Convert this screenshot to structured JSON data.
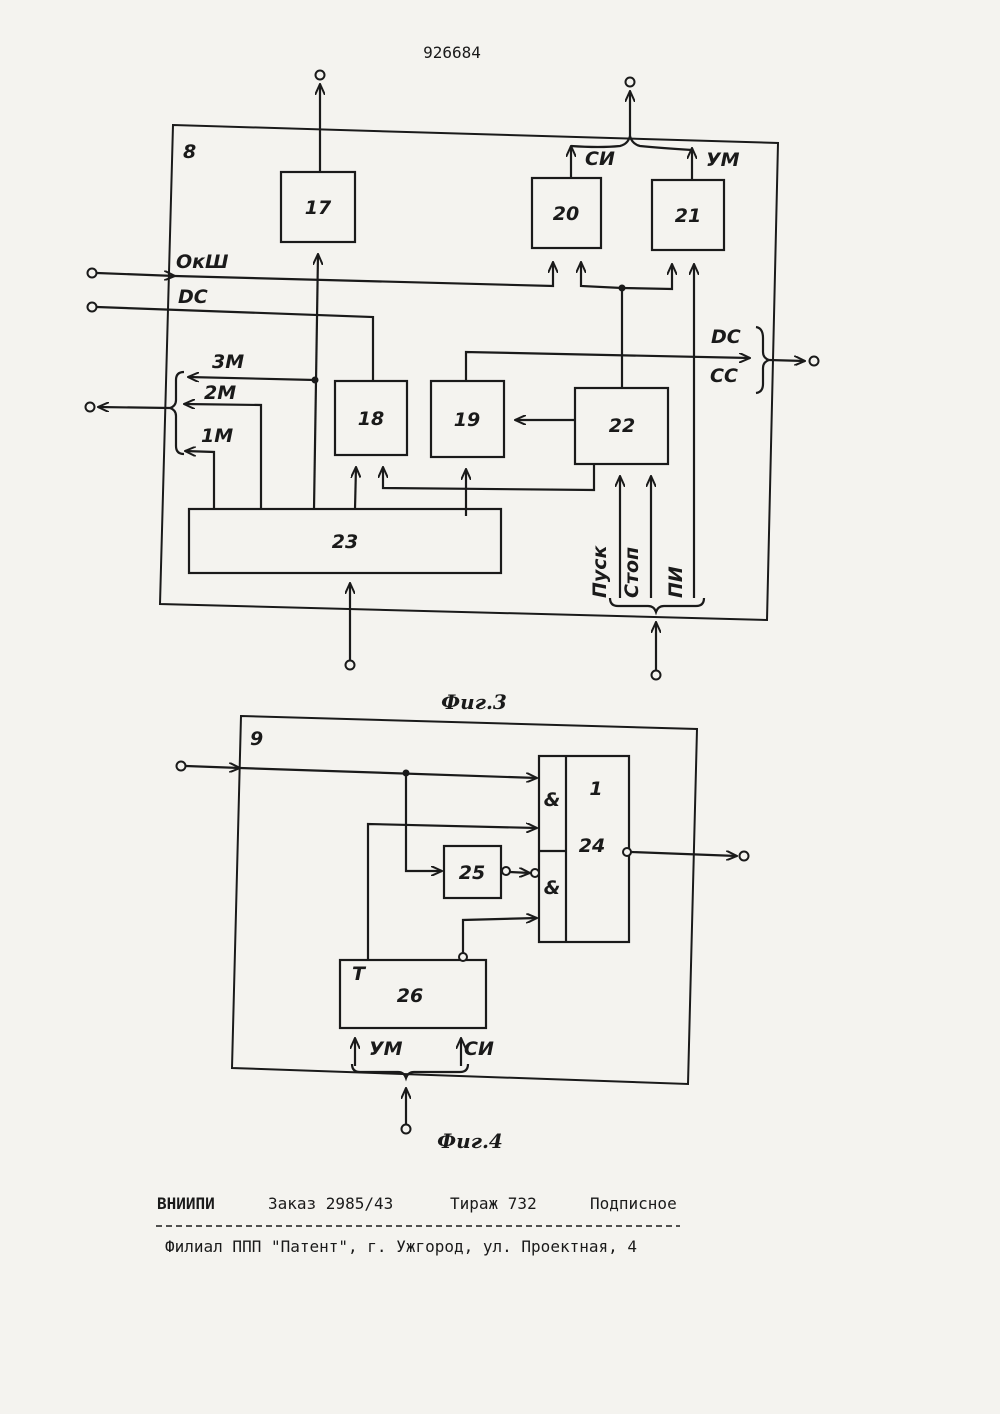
{
  "page_number": "926684",
  "fig3": {
    "unit_label": "8",
    "blocks": {
      "b17": "17",
      "b18": "18",
      "b19": "19",
      "b20": "20",
      "b21": "21",
      "b22": "22",
      "b23": "23"
    },
    "signals": {
      "okw": "ОкШ",
      "dc_in": "DC",
      "si": "СИ",
      "um": "УМ",
      "m3": "3М",
      "m2": "2М",
      "m1": "1М",
      "dc_out": "DC",
      "cc_out": "СС",
      "pusk": "Пуск",
      "stop": "Стоп",
      "pi": "ПИ"
    },
    "caption": "Фиг.3"
  },
  "fig4": {
    "unit_label": "9",
    "blocks": {
      "b24": "24",
      "b25": "25",
      "b26": "26"
    },
    "gate_and_1": "&",
    "gate_and_2": "&",
    "gate_one": "1",
    "trigger_t": "T",
    "signals": {
      "um": "УМ",
      "si": "СИ"
    },
    "caption": "Фиг.4"
  },
  "footer": {
    "org": "ВНИИПИ",
    "order": "Заказ 2985/43",
    "print_run": "Тираж 732",
    "subscription": "Подписное",
    "address": "Филиал ППП \"Патент\", г. Ужгород, ул. Проектная, 4"
  }
}
